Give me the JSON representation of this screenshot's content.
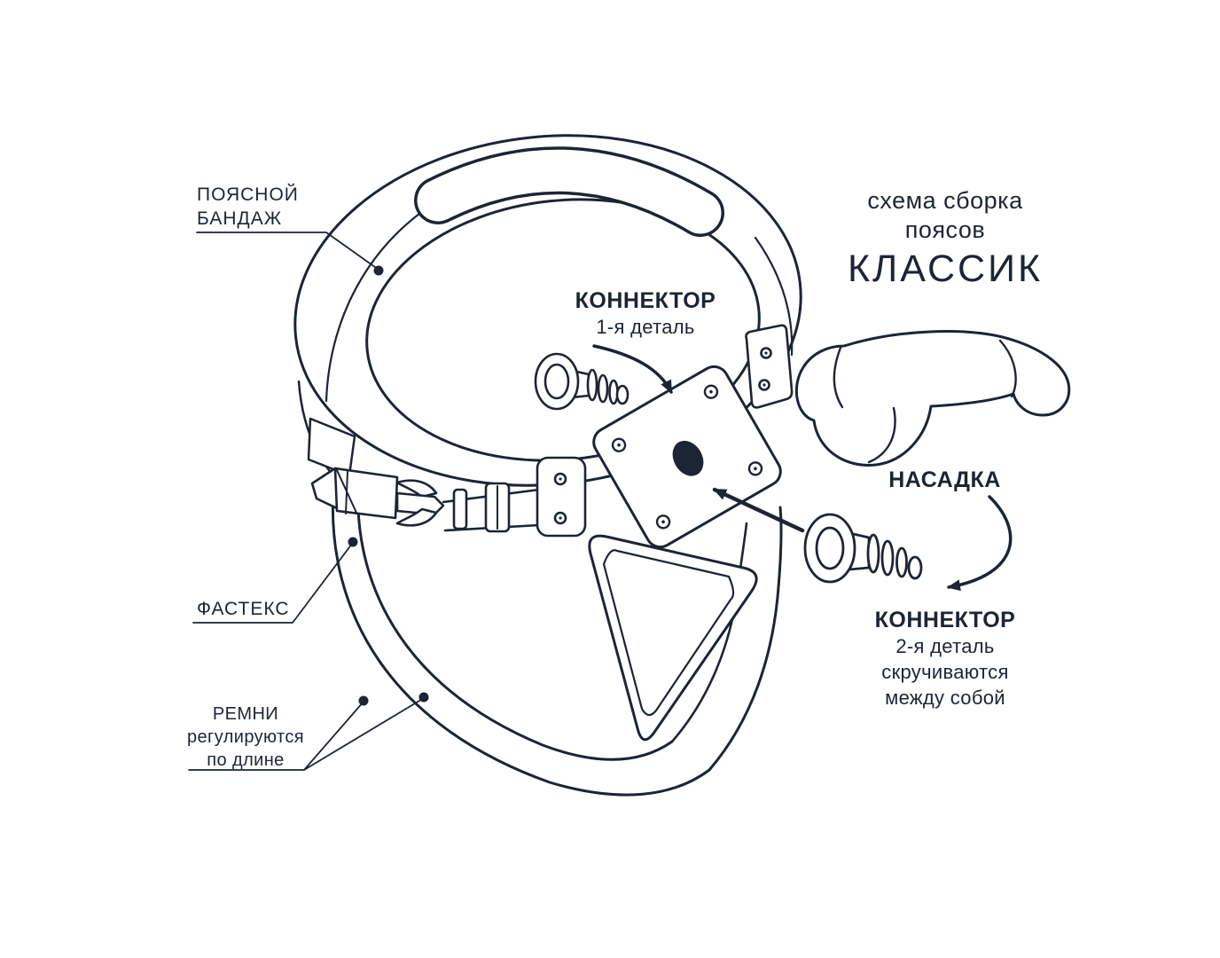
{
  "colors": {
    "ink": "#1d2433",
    "background": "#ffffff"
  },
  "title": {
    "line1": "схема сборка",
    "line2": "поясов",
    "line3": "КЛАССИК"
  },
  "labels": {
    "waist_band": {
      "line1": "ПОЯСНОЙ",
      "line2": "БАНДАЖ"
    },
    "connector1": {
      "name": "КОННЕКТОР",
      "detail": "1-я деталь"
    },
    "attachment": {
      "name": "НАСАДКА"
    },
    "connector2": {
      "name": "КОННЕКТОР",
      "detail": "2-я деталь",
      "note1": "скручиваются",
      "note2": "между собой"
    },
    "fastex": {
      "name": "ФАСТЕКС"
    },
    "straps": {
      "line1": "РЕМНИ",
      "line2": "регулируются",
      "line3": "по длине"
    }
  }
}
